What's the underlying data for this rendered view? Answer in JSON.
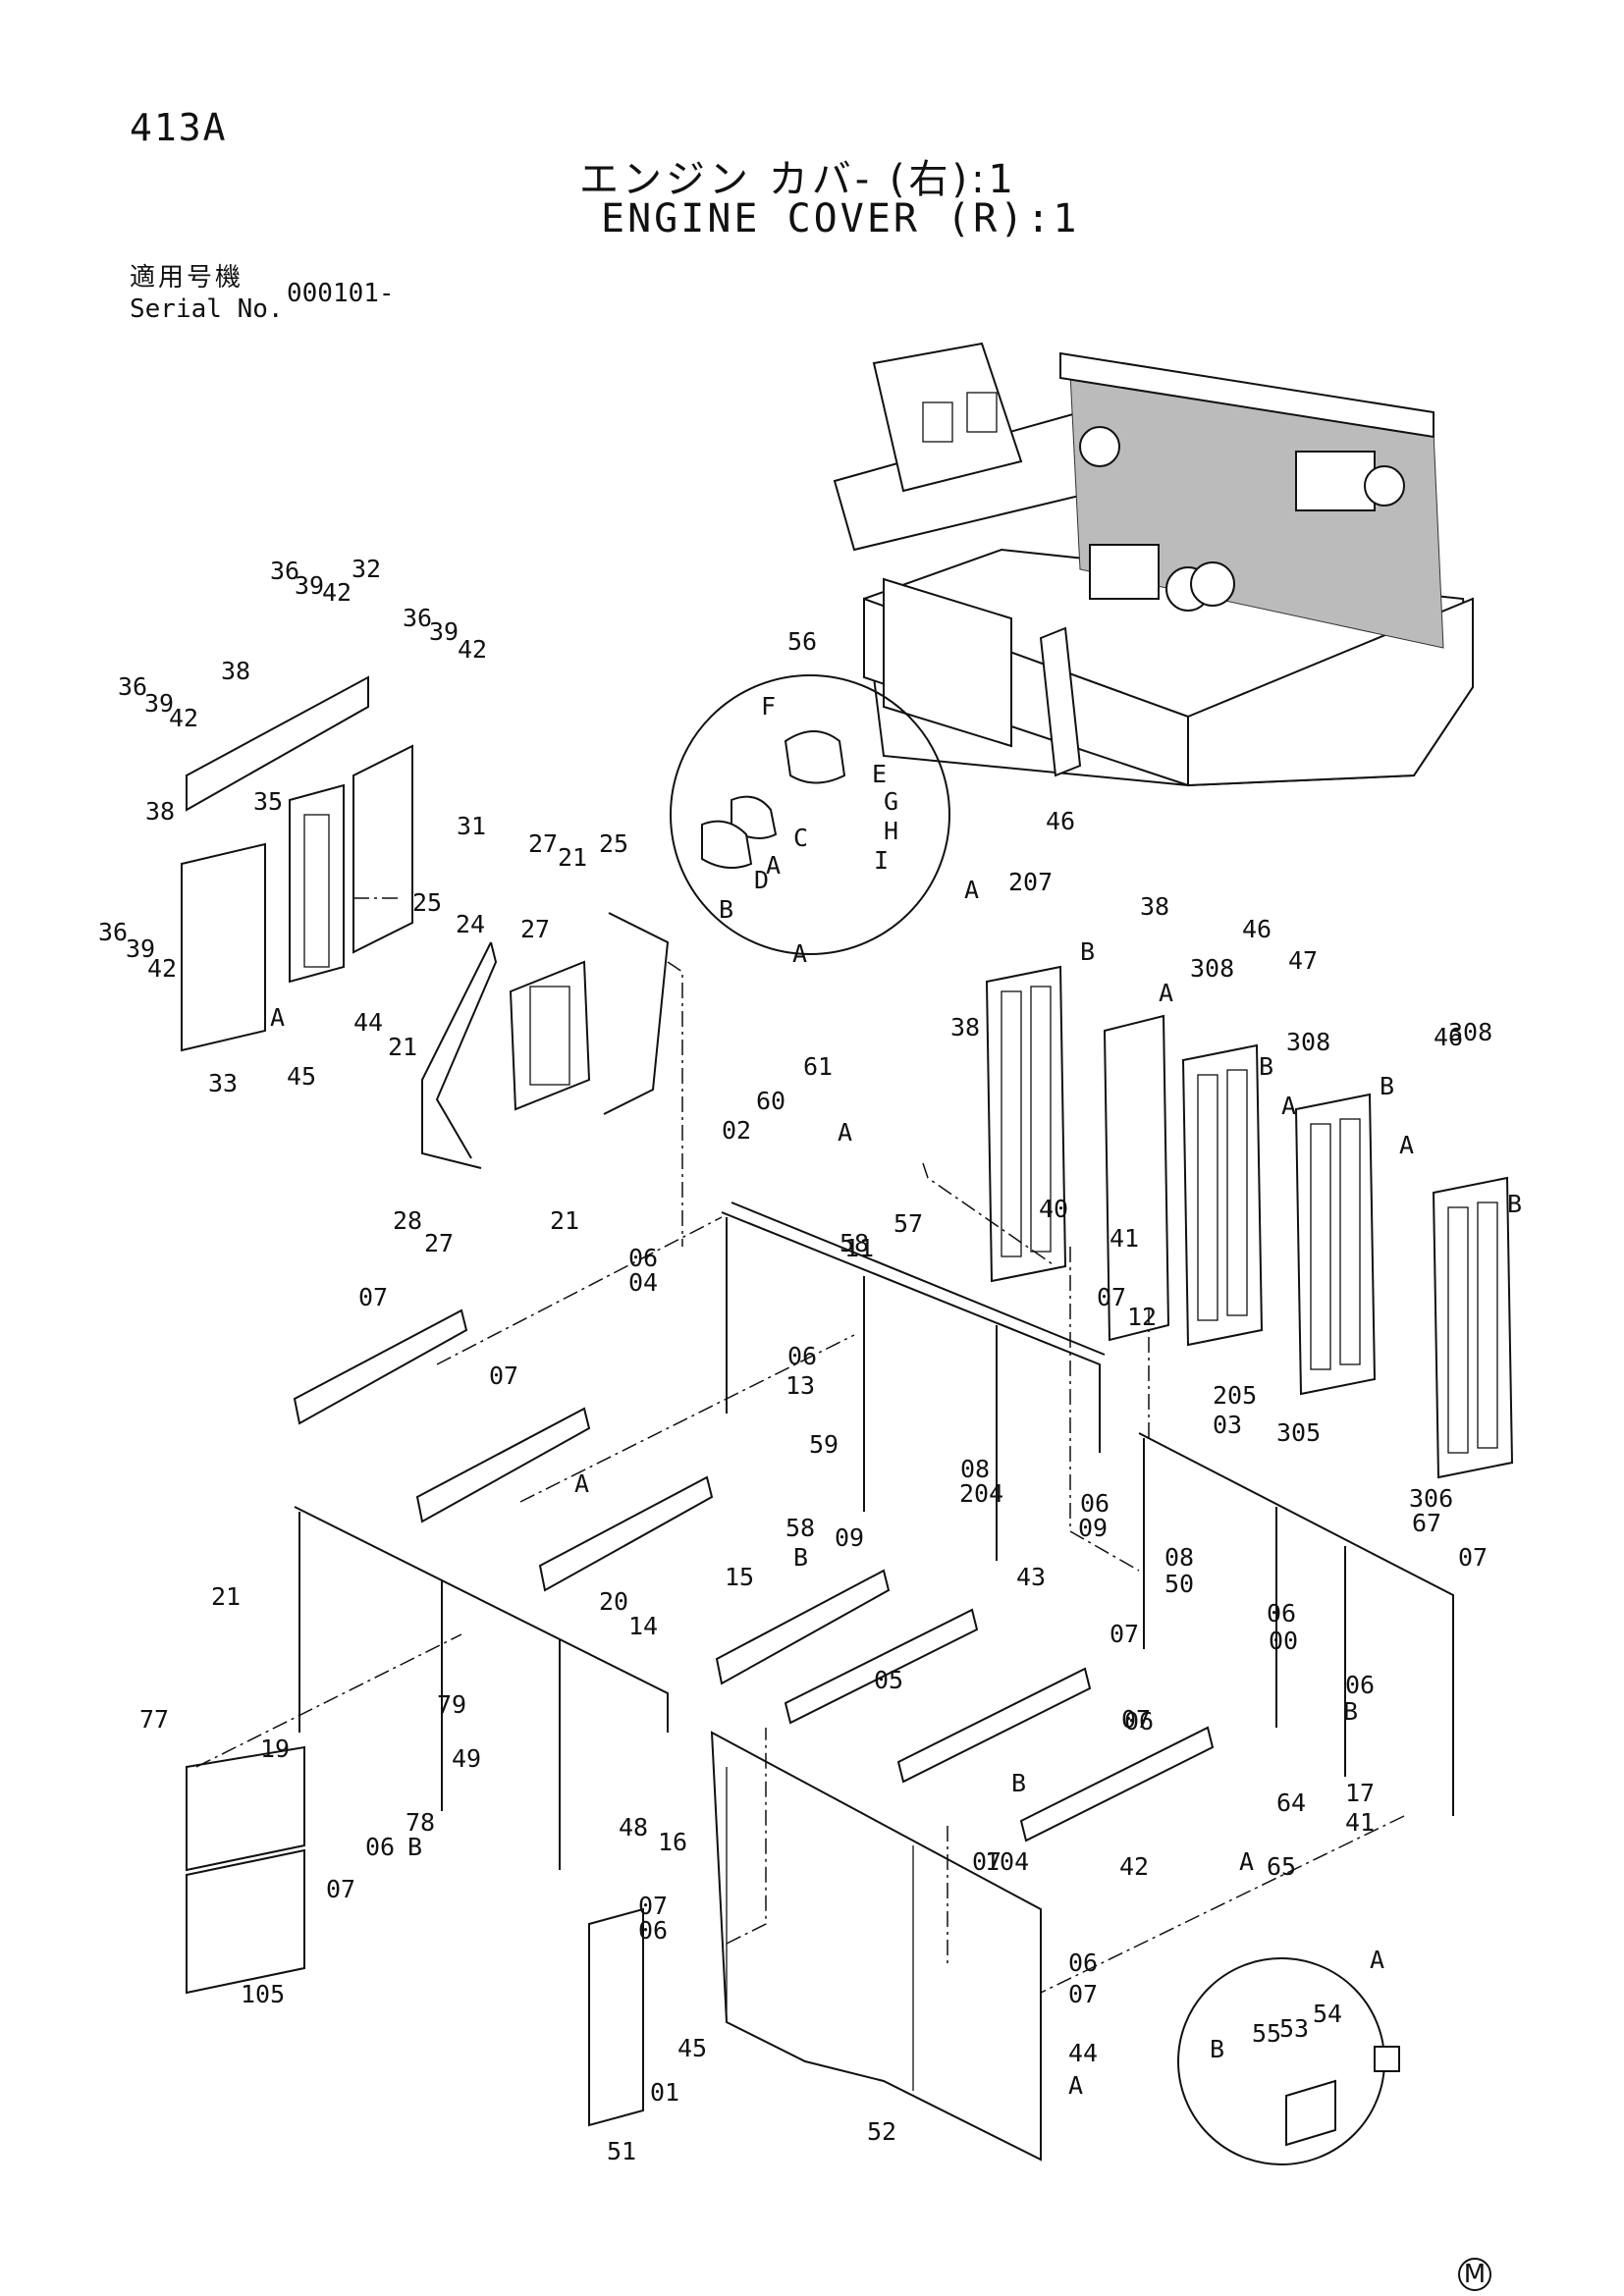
{
  "page_number": "413A",
  "title_jp": "エンジン カバ- (右):1",
  "title_en": "ENGINE COVER (R):1",
  "serial_label_jp": "適用号機",
  "serial_label_en": "Serial No.",
  "serial_value": "000101-",
  "footer_mark": "M",
  "part_labels": [
    "36",
    "39",
    "42",
    "32",
    "36",
    "39",
    "42",
    "36",
    "39",
    "42",
    "38",
    "38",
    "35",
    "31",
    "36",
    "39",
    "42",
    "33",
    "A",
    "45",
    "44",
    "27",
    "21",
    "25",
    "25",
    "24",
    "27",
    "21",
    "28",
    "27",
    "21",
    "56",
    "F",
    "E",
    "G",
    "H",
    "I",
    "C",
    "A",
    "D",
    "B",
    "A",
    "46",
    "207",
    "A",
    "B",
    "38",
    "38",
    "46",
    "308",
    "A",
    "B",
    "47",
    "308",
    "A",
    "B",
    "46",
    "308",
    "A",
    "B",
    "40",
    "41",
    "61",
    "60",
    "02",
    "A",
    "57",
    "58",
    "11",
    "07",
    "06",
    "04",
    "07",
    "12",
    "07",
    "06",
    "13",
    "A",
    "59",
    "58",
    "B",
    "09",
    "08",
    "204",
    "205",
    "03",
    "305",
    "306",
    "67",
    "07",
    "06",
    "09",
    "08",
    "50",
    "43",
    "07",
    "06",
    "00",
    "21",
    "20",
    "14",
    "15",
    "05",
    "79",
    "77",
    "19",
    "49",
    "48",
    "16",
    "B",
    "07",
    "06",
    "B",
    "06",
    "07",
    "17",
    "41",
    "42",
    "A",
    "65",
    "64",
    "06",
    "07",
    "78",
    "B",
    "105",
    "104",
    "07",
    "06",
    "06",
    "07",
    "44",
    "A",
    "45",
    "01",
    "51",
    "52",
    "A",
    "54",
    "53",
    "55",
    "B"
  ]
}
